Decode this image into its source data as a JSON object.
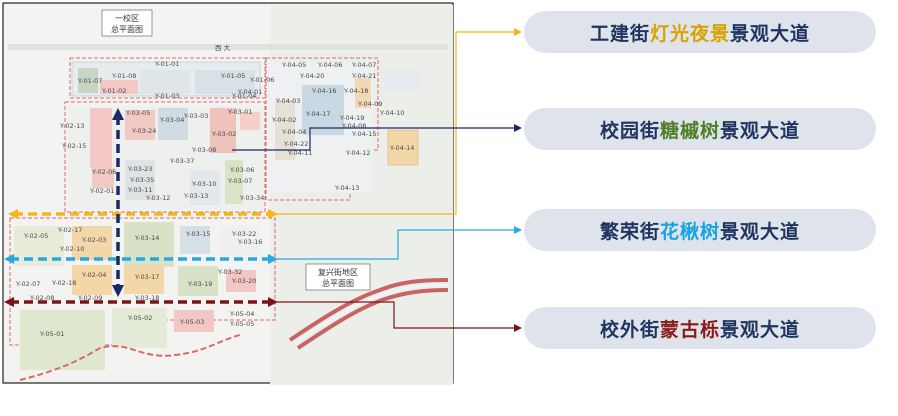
{
  "map": {
    "campus_label_line1": "一校区",
    "campus_label_line2": "总平面图",
    "fuxing_label_line1": "复兴街地区",
    "fuxing_label_line2": "总平面图",
    "road_label": "西 大"
  },
  "plots": [
    {
      "id": "Y-01-01"
    },
    {
      "id": "Y-01-02"
    },
    {
      "id": "Y-01-03"
    },
    {
      "id": "Y-01-04"
    },
    {
      "id": "Y-01-05"
    },
    {
      "id": "Y-01-06"
    },
    {
      "id": "Y-01-07"
    },
    {
      "id": "Y-01-08"
    },
    {
      "id": "Y-02-01"
    },
    {
      "id": "Y-02-03"
    },
    {
      "id": "Y-02-04"
    },
    {
      "id": "Y-02-05"
    },
    {
      "id": "Y-02-06"
    },
    {
      "id": "Y-02-07"
    },
    {
      "id": "Y-02-08"
    },
    {
      "id": "Y-02-09"
    },
    {
      "id": "Y-02-10"
    },
    {
      "id": "Y-02-13"
    },
    {
      "id": "Y-02-15"
    },
    {
      "id": "Y-02-17"
    },
    {
      "id": "Y-02-18"
    },
    {
      "id": "Y-03-01"
    },
    {
      "id": "Y-03-02"
    },
    {
      "id": "Y-03-03"
    },
    {
      "id": "Y-03-04"
    },
    {
      "id": "Y-03-05"
    },
    {
      "id": "Y-03-06"
    },
    {
      "id": "Y-03-07"
    },
    {
      "id": "Y-03-08"
    },
    {
      "id": "Y-03-10"
    },
    {
      "id": "Y-03-11"
    },
    {
      "id": "Y-03-12"
    },
    {
      "id": "Y-03-13"
    },
    {
      "id": "Y-03-14"
    },
    {
      "id": "Y-03-15"
    },
    {
      "id": "Y-03-16"
    },
    {
      "id": "Y-03-17"
    },
    {
      "id": "Y-03-18"
    },
    {
      "id": "Y-03-19"
    },
    {
      "id": "Y-03-20"
    },
    {
      "id": "Y-03-22"
    },
    {
      "id": "Y-03-23"
    },
    {
      "id": "Y-03-24"
    },
    {
      "id": "Y-03-32"
    },
    {
      "id": "Y-03-34"
    },
    {
      "id": "Y-03-35"
    },
    {
      "id": "Y-03-37"
    },
    {
      "id": "Y-04-01"
    },
    {
      "id": "Y-04-02"
    },
    {
      "id": "Y-04-03"
    },
    {
      "id": "Y-04-04"
    },
    {
      "id": "Y-04-05"
    },
    {
      "id": "Y-04-06"
    },
    {
      "id": "Y-04-07"
    },
    {
      "id": "Y-04-08"
    },
    {
      "id": "Y-04-09"
    },
    {
      "id": "Y-04-10"
    },
    {
      "id": "Y-04-11"
    },
    {
      "id": "Y-04-12"
    },
    {
      "id": "Y-04-13"
    },
    {
      "id": "Y-04-14"
    },
    {
      "id": "Y-04-15"
    },
    {
      "id": "Y-04-16"
    },
    {
      "id": "Y-04-17"
    },
    {
      "id": "Y-04-18"
    },
    {
      "id": "Y-04-19"
    },
    {
      "id": "Y-04-20"
    },
    {
      "id": "Y-04-21"
    },
    {
      "id": "Y-04-22"
    },
    {
      "id": "Y-05-01"
    },
    {
      "id": "Y-05-02"
    },
    {
      "id": "Y-05-03"
    },
    {
      "id": "Y-05-04"
    },
    {
      "id": "Y-05-05"
    }
  ],
  "avenues": [
    {
      "street": "工建街",
      "tree": "灯光夜景",
      "suffix": "景观大道",
      "tree_color": "#d7a300",
      "line_color": "#f3b71b"
    },
    {
      "street": "校园街",
      "tree": "糖槭树",
      "suffix": "景观大道",
      "tree_color": "#4f7f2a",
      "line_color": "#1a2a66"
    },
    {
      "street": "繁荣街",
      "tree": "花楸树",
      "suffix": "景观大道",
      "tree_color": "#19a3e0",
      "line_color": "#29a8e0"
    },
    {
      "street": "校外街",
      "tree": "蒙古栎",
      "suffix": "景观大道",
      "tree_color": "#8a1a1a",
      "line_color": "#7b1419"
    }
  ]
}
